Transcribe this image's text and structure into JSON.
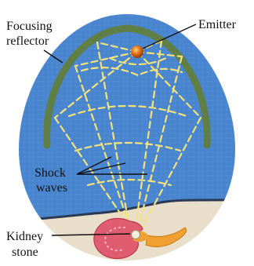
{
  "labels": {
    "reflector_line1": "Focusing",
    "reflector_line2": "reflector",
    "emitter": "Emitter",
    "shock_line1": "Shock",
    "shock_line2": "waves",
    "stone_line1": "Kidney",
    "stone_line2": "stone"
  },
  "colors": {
    "fluid": "#4a86cf",
    "body_tissue": "#e8dec9",
    "reflector": "#5f7f47",
    "waves": "#f4e27a",
    "emitter": "#e06a10",
    "kidney": "#e05d6f",
    "ureter": "#f0a030",
    "stone": "#f3f0e0",
    "interface": "#2a3a55"
  }
}
